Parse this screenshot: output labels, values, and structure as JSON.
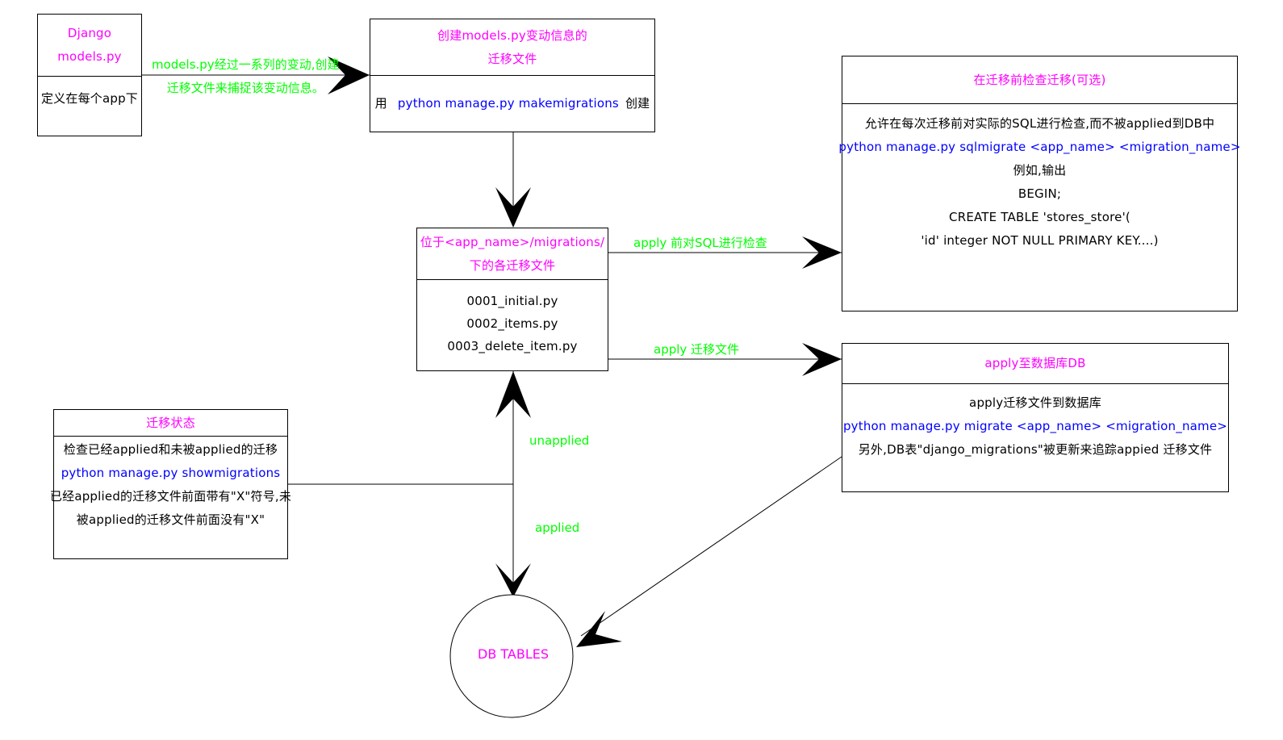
{
  "colors": {
    "title": "#ff00ff",
    "command": "#0000ff",
    "text": "#000000",
    "edge_label": "#00ff00",
    "line": "#000000"
  },
  "nodes": {
    "django_models": {
      "title_lines": [
        "Django",
        "models.py"
      ],
      "body_lines": [
        "定义在每个app下"
      ]
    },
    "create_migrations": {
      "title_lines": [
        "创建models.py变动信息的",
        "迁移文件"
      ],
      "body_prefix": "用",
      "body_command": "python manage.py makemigrations",
      "body_suffix": "创建"
    },
    "migration_files": {
      "title_lines": [
        "位于<app_name>/migrations/",
        "下的各迁移文件"
      ],
      "files": [
        "0001_initial.py",
        "0002_items.py",
        "0003_delete_item.py"
      ]
    },
    "sql_check": {
      "title": "在迁移前检查迁移(可选)",
      "desc": "允许在每次迁移前对实际的SQL进行检查,而不被applied到DB中",
      "command": "python manage.py sqlmigrate <app_name> <migration_name>",
      "example_label": "例如,输出",
      "sql_lines": [
        "BEGIN;",
        "CREATE TABLE 'stores_store'(",
        "'id' integer NOT NULL PRIMARY KEY....)"
      ]
    },
    "apply_db": {
      "title": "apply至数据库DB",
      "desc": "apply迁移文件到数据库",
      "command": "python manage.py migrate <app_name> <migration_name>",
      "note": "另外,DB表\"django_migrations\"被更新来追踪appied 迁移文件"
    },
    "migration_status": {
      "title": "迁移状态",
      "desc": "检查已经applied和未被applied的迁移",
      "command": "python manage.py showmigrations",
      "note_lines": [
        "已经applied的迁移文件前面带有\"X\"符号,未",
        "被applied的迁移文件前面没有\"X\""
      ]
    },
    "db_tables": {
      "label": "DB TABLES"
    }
  },
  "edges": {
    "models_to_create": [
      "models.py经过一系列的变动,创建",
      "迁移文件来捕捉该变动信息。"
    ],
    "files_to_sqlcheck": "apply 前对SQL进行检查",
    "files_to_apply": "apply 迁移文件",
    "db_to_files": "unapplied",
    "files_to_db": "applied"
  }
}
